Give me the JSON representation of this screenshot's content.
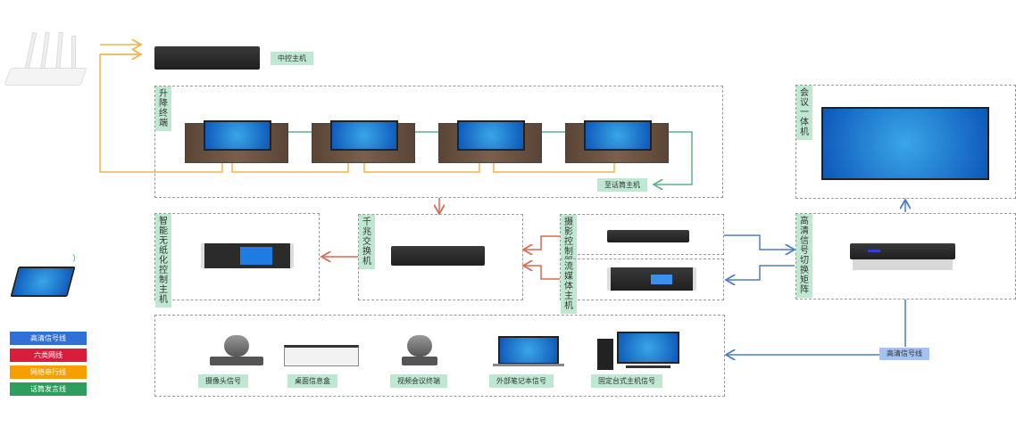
{
  "title": "会议系统拓扑图",
  "devices": {
    "central_control": {
      "label": "中控主机"
    },
    "mic_host": {
      "label": "至话筒主机"
    },
    "lift_terminals": {
      "label": "升降终端",
      "count": 4
    },
    "meeting_display": {
      "label": "会议一体机"
    },
    "paperless_host": {
      "label": "智能无纸化控制主机"
    },
    "gigabit_switch": {
      "label": "千兆交换机"
    },
    "camera_controller": {
      "label": "摄影控制器"
    },
    "streaming_host": {
      "label": "流媒体主机"
    },
    "hd_matrix": {
      "label": "高清信号切换矩阵"
    },
    "hd_signal_tag": {
      "label": "高清信号线"
    }
  },
  "sources": [
    {
      "label": "摄像头信号",
      "icon": "camera-icon"
    },
    {
      "label": "桌面信息盒",
      "icon": "desktop-info-box-icon"
    },
    {
      "label": "视频会议终端",
      "icon": "video-conference-camera-icon"
    },
    {
      "label": "外部笔记本信号",
      "icon": "laptop-icon"
    },
    {
      "label": "固定台式主机信号",
      "icon": "desktop-pc-icon"
    }
  ],
  "legend": [
    {
      "label": "高清信号线",
      "color": "#2f6fd6"
    },
    {
      "label": "六类网线",
      "color": "#d81e3c"
    },
    {
      "label": "网络串行线",
      "color": "#f5a000"
    },
    {
      "label": "话筒发言线",
      "color": "#2e9e5e"
    }
  ],
  "wire_colors": {
    "hd": "#4a7cc9",
    "network": "#d9694f",
    "serial": "#f0b54a",
    "mic": "#5cb38a"
  }
}
